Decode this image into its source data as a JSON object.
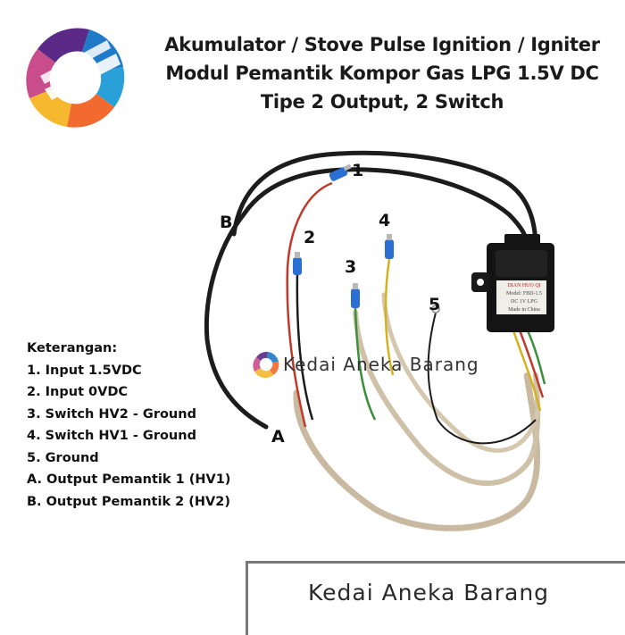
{
  "title": {
    "line1": "Akumulator / Stove Pulse Ignition / Igniter",
    "line2": "Modul Pemantik Kompor Gas LPG 1.5V DC",
    "line3": "Tipe 2 Output, 2 Switch"
  },
  "labels": {
    "one": "1",
    "two": "2",
    "three": "3",
    "four": "4",
    "five": "5",
    "a": "A",
    "b": "B"
  },
  "legend": {
    "heading": "Keterangan:",
    "items": [
      "1. Input 1.5VDC",
      "2. Input 0VDC",
      "3. Switch HV2 - Ground",
      "4. Switch HV1 - Ground",
      "5. Ground",
      "A. Output Pemantik 1 (HV1)",
      "B. Output Pemantik 2 (HV2)"
    ]
  },
  "watermark": {
    "text": "Kedai Aneka Barang"
  },
  "footer": {
    "brand": "Kedai Aneka Barang"
  },
  "igniter": {
    "line1": "DIAN HUO QI",
    "line2": "Model: FBD-1.5",
    "line3": "DC 1V LPG",
    "line4": "Made in China"
  },
  "colors": {
    "logo_orange": "#f26a2e",
    "logo_blue": "#1f7ac7",
    "logo_purple": "#5b2a86",
    "logo_yellow": "#f5b82e",
    "wire_black": "#1c1c1c",
    "wire_red": "#c0392b",
    "wire_green": "#3a8f3a",
    "wire_yellow": "#d4b21e",
    "connector_blue": "#2a6fd1"
  }
}
